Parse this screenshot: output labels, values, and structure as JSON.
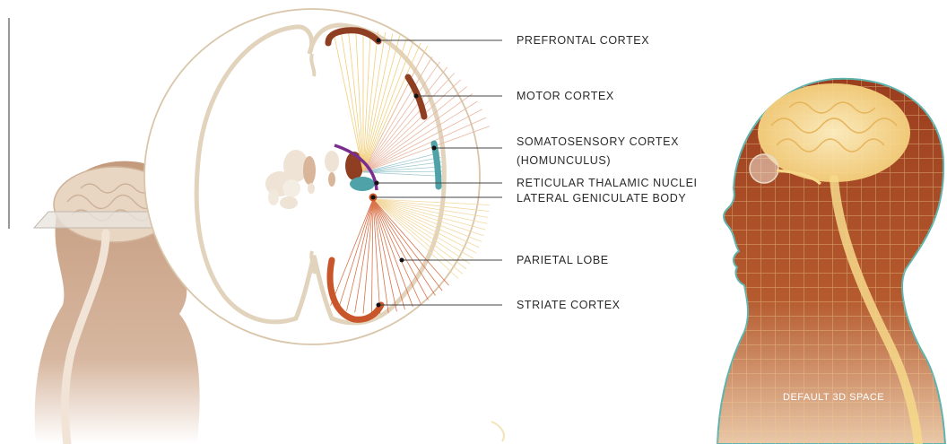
{
  "labels": {
    "prefrontal": "PREFRONTAL CORTEX",
    "motor": "MOTOR CORTEX",
    "somatosensory_line1": "SOMATOSENSORY CORTEX",
    "somatosensory_line2": "(HOMUNCULUS)",
    "reticular": "RETICULAR THALAMIC NUCLEI",
    "lateral_geniculate": "LATERAL GENICULATE BODY",
    "parietal": "PARIETAL LOBE",
    "striate": "STRIATE CORTEX",
    "space_caption": "DEFAULT 3D SPACE"
  },
  "colors": {
    "cortex_dark": "#8f3e22",
    "cortex_orange": "#c9552a",
    "somatosensory_teal": "#4fa3a8",
    "reticular_purple": "#7b2d8e",
    "outline_beige": "#d9c6aa",
    "skin": "#b98a6a",
    "glow_yellow": "#f6d98a"
  },
  "icons": {
    "leader_dot": "dot-icon"
  }
}
